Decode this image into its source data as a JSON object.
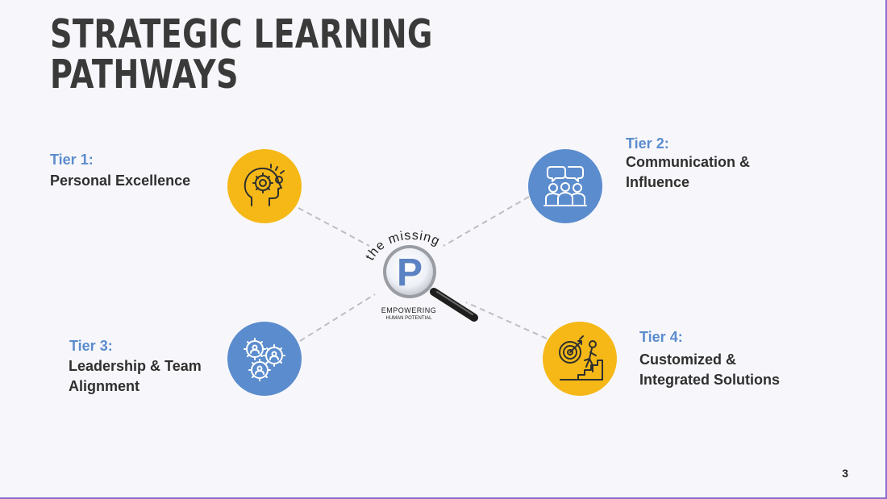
{
  "slide": {
    "title_lines": [
      "STRATEGIC LEARNING",
      "PATHWAYS"
    ],
    "page_number": "3"
  },
  "logo": {
    "arc_text": "the missing",
    "letter": "P",
    "tagline_1": "EMPOWERING",
    "tagline_2": "HUMAN POTENTIAL"
  },
  "tiers": [
    {
      "label": "Tier 1:",
      "desc_lines": [
        "Personal Excellence"
      ],
      "color": "#f5b817",
      "icon": "head-gear-icon"
    },
    {
      "label": "Tier 2:",
      "desc_lines": [
        "Communication &",
        "Influence"
      ],
      "color": "#5b8ccd",
      "icon": "group-conversation-icon"
    },
    {
      "label": "Tier 3:",
      "desc_lines": [
        "Leadership & Team",
        "Alignment"
      ],
      "color": "#5b8ccd",
      "icon": "people-gears-icon"
    },
    {
      "label": "Tier 4:",
      "desc_lines": [
        "Customized &",
        "Integrated Solutions"
      ],
      "color": "#f5b817",
      "icon": "target-climber-icon"
    }
  ],
  "colors": {
    "title": "#3a3a3a",
    "accent_blue": "#5b8ccd",
    "accent_yellow": "#f5b817",
    "connector": "#bdbdc4"
  }
}
